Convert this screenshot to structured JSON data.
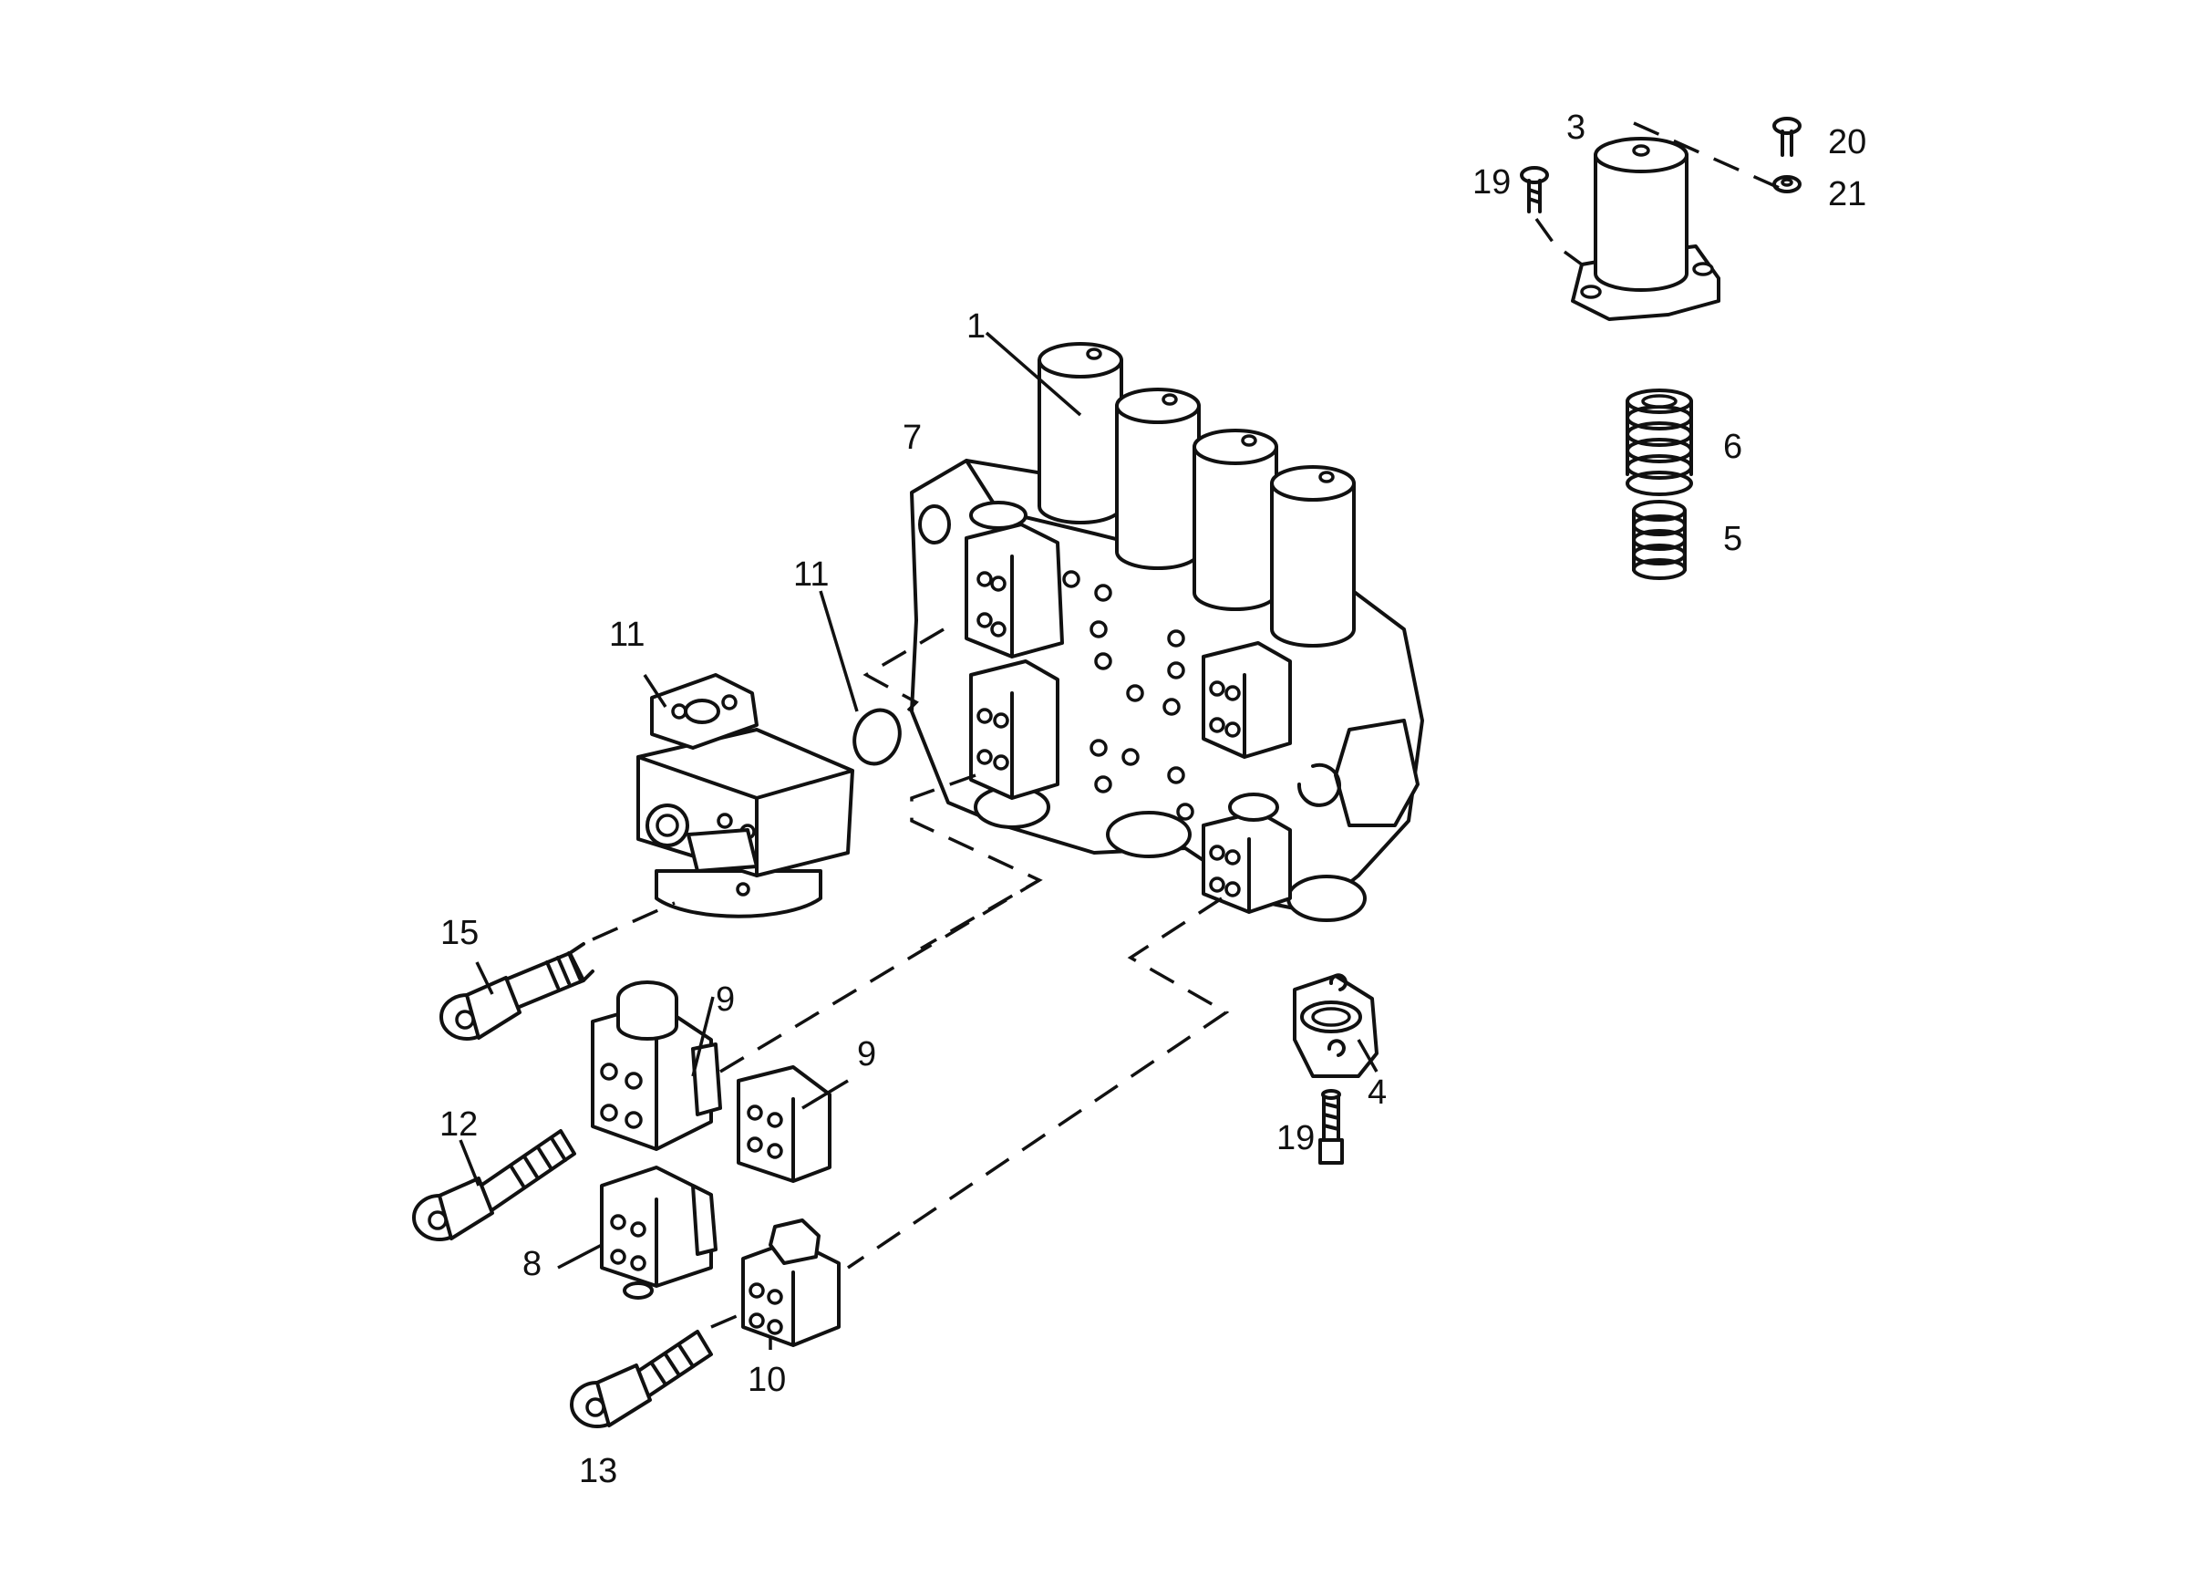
{
  "diagram": {
    "callouts": [
      {
        "id": "c1",
        "text": "1"
      },
      {
        "id": "c3",
        "text": "3"
      },
      {
        "id": "c4",
        "text": "4"
      },
      {
        "id": "c5",
        "text": "5"
      },
      {
        "id": "c6",
        "text": "6"
      },
      {
        "id": "c7",
        "text": "7"
      },
      {
        "id": "c8",
        "text": "8"
      },
      {
        "id": "c9a",
        "text": "9"
      },
      {
        "id": "c9b",
        "text": "9"
      },
      {
        "id": "c10",
        "text": "10"
      },
      {
        "id": "c11a",
        "text": "11"
      },
      {
        "id": "c11b",
        "text": "11"
      },
      {
        "id": "c12",
        "text": "12"
      },
      {
        "id": "c13",
        "text": "13"
      },
      {
        "id": "c15",
        "text": "15"
      },
      {
        "id": "c19a",
        "text": "19"
      },
      {
        "id": "c19b",
        "text": "19"
      },
      {
        "id": "c20",
        "text": "20"
      },
      {
        "id": "c21",
        "text": "21"
      }
    ]
  }
}
